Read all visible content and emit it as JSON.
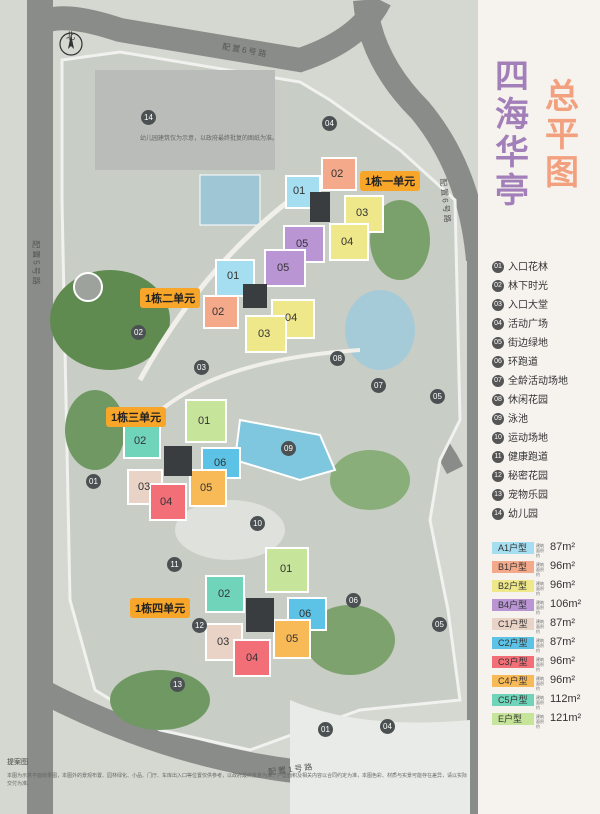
{
  "map": {
    "north_label": "北",
    "road_labels": [
      "配置6号路",
      "配置6号路",
      "配置5号路",
      "配置1号路"
    ],
    "kindergarten_note": "幼儿园建筑仅为示意，以政府最终批复的图纸为准。",
    "building_tags": [
      "1栋一单元",
      "1栋二单元",
      "1栋三单元",
      "1栋四单元"
    ],
    "zone_labels": [
      "01",
      "01",
      "02",
      "03",
      "04",
      "04",
      "05",
      "05",
      "06",
      "07",
      "08",
      "09",
      "10",
      "11",
      "12",
      "13",
      "14"
    ],
    "unit_numbers": {
      "b1": [
        "01",
        "02",
        "03",
        "04",
        "05"
      ],
      "b2": [
        "01",
        "02",
        "03",
        "04",
        "05"
      ],
      "b3": [
        "01",
        "02",
        "03",
        "04",
        "05",
        "06"
      ],
      "b4": [
        "01",
        "02",
        "03",
        "04",
        "05",
        "06"
      ]
    },
    "unit_colors": {
      "A1": "#a5def0",
      "B1": "#f3a98a",
      "B2": "#efe88a",
      "B4": "#b995d4",
      "C1": "#e9d2c6",
      "C2": "#5cc3e6",
      "C3": "#f26f78",
      "C4": "#f8b957",
      "C5": "#6fd4ba",
      "E": "#c6e59a"
    }
  },
  "sidebar": {
    "title_chars": [
      "四",
      "海",
      "华",
      "亭",
      "总",
      "平",
      "图"
    ],
    "legend": [
      {
        "num": "01",
        "label": "入口花林"
      },
      {
        "num": "02",
        "label": "林下时光"
      },
      {
        "num": "03",
        "label": "入口大堂"
      },
      {
        "num": "04",
        "label": "活动广场"
      },
      {
        "num": "05",
        "label": "街边绿地"
      },
      {
        "num": "06",
        "label": "环跑道"
      },
      {
        "num": "07",
        "label": "全龄活动场地"
      },
      {
        "num": "08",
        "label": "休闲花园"
      },
      {
        "num": "09",
        "label": "泳池"
      },
      {
        "num": "10",
        "label": "运动场地"
      },
      {
        "num": "11",
        "label": "健康跑道"
      },
      {
        "num": "12",
        "label": "秘密花园"
      },
      {
        "num": "13",
        "label": "宠物乐园"
      },
      {
        "num": "14",
        "label": "幼儿园"
      }
    ],
    "area_caption": "建筑面积约",
    "units": [
      {
        "name": "A1户型",
        "area": "87m²",
        "color": "#a5def0"
      },
      {
        "name": "B1户型",
        "area": "96m²",
        "color": "#f3a98a"
      },
      {
        "name": "B2户型",
        "area": "96m²",
        "color": "#efe88a"
      },
      {
        "name": "B4户型",
        "area": "106m²",
        "color": "#b995d4"
      },
      {
        "name": "C1户型",
        "area": "87m²",
        "color": "#e9d2c6"
      },
      {
        "name": "C2户型",
        "area": "87m²",
        "color": "#5cc3e6"
      },
      {
        "name": "C3户型",
        "area": "96m²",
        "color": "#f26f78"
      },
      {
        "name": "C4户型",
        "area": "96m²",
        "color": "#f8b957"
      },
      {
        "name": "C5户型",
        "area": "112m²",
        "color": "#6fd4ba"
      },
      {
        "name": "E户型",
        "area": "121m²",
        "color": "#c6e59a"
      }
    ]
  },
  "footer": {
    "title": "提案图",
    "text": "本图为示意平面效果图，本图外的景观布置、园林绿化、小品、门厅、车库出入口等位置仅供参考，以政府最终批复为准，户型面积及相关内容以合同约定为准，本图色彩、材质与实景可能存在差异，请以实际交付为准。"
  }
}
